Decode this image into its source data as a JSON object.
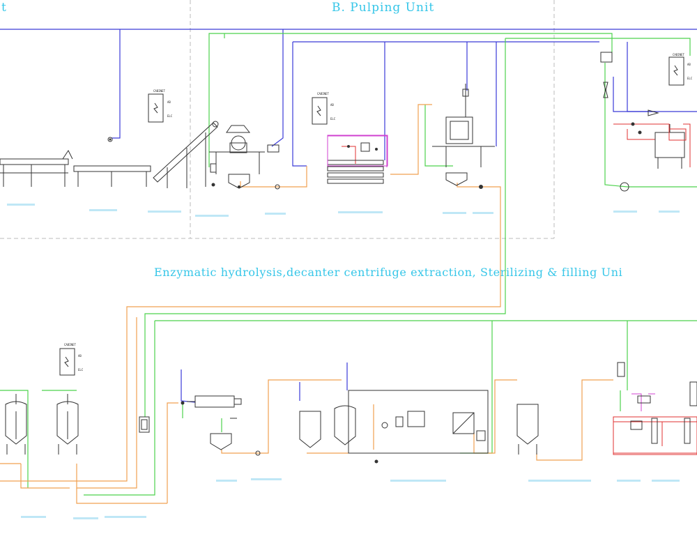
{
  "titles": {
    "unit_a_fragment": "t",
    "unit_b": "B. Pulping Unit",
    "unit_c": "Enzymatic hydrolysis,decanter centrifuge extraction, Sterilizing & filling Uni"
  },
  "cabinet_labels": {
    "ab": "AB",
    "elc": "ELC"
  },
  "colors": {
    "title": "#36c6e8",
    "water_line": "#4cd24c",
    "product_line": "#f0a050",
    "steam_line": "#3a3ad8",
    "heating_line": "#e03030",
    "section_divider": "#bbbbbb"
  }
}
